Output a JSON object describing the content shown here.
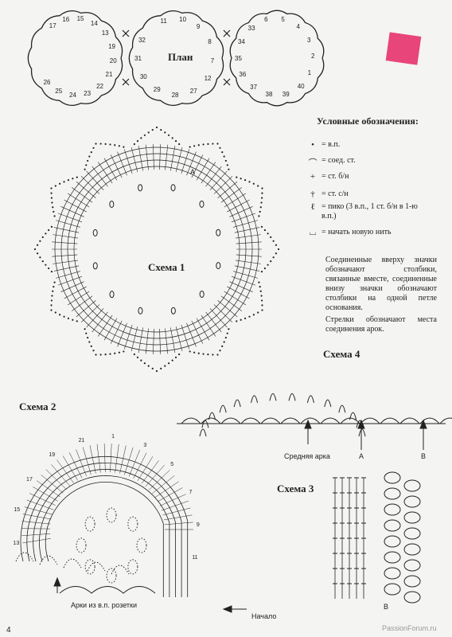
{
  "plan": {
    "title": "План",
    "left_ring_numbers": [
      "17",
      "16",
      "15",
      "14",
      "13",
      "19",
      "20",
      "21",
      "22",
      "23",
      "24",
      "25",
      "26"
    ],
    "mid_ring_numbers": [
      "11",
      "10",
      "9",
      "8",
      "7",
      "12",
      "27",
      "28",
      "29",
      "30",
      "31",
      "32"
    ],
    "right_ring_numbers": [
      "6",
      "5",
      "4",
      "3",
      "2",
      "1",
      "40",
      "39",
      "38",
      "37",
      "36",
      "35",
      "34",
      "33"
    ],
    "joiner": "x"
  },
  "legend": {
    "title": "Условные обозначения:",
    "items": [
      {
        "symbol": "•",
        "text": "= в.п."
      },
      {
        "symbol": "⌒",
        "text": "= соед. ст."
      },
      {
        "symbol": "+",
        "text": "= ст. б/н"
      },
      {
        "symbol": "†",
        "text": "= ст. с/н"
      },
      {
        "symbol": "ℓ",
        "text": "= пико (3 в.п., 1 ст. б/н в 1-ю в.п.)"
      },
      {
        "symbol": "⌴",
        "text": "= начать новую нить"
      }
    ],
    "note1": "Соединенные вверху значки обозначают столбики, связанные вместе, соединенные внизу значки обозначают столбики на одной петле основания.",
    "note2": "Стрелки обозначают места соединения арок."
  },
  "schema1": {
    "title": "Схема 1",
    "marker": "A"
  },
  "schema2": {
    "title": "Схема 2",
    "arches_label": "Арки из в.п. розетки",
    "start_label": "Начало",
    "numbers": [
      "13",
      "15",
      "17",
      "19",
      "21",
      "1",
      "3",
      "5",
      "7",
      "9",
      "11"
    ]
  },
  "schema3": {
    "title": "Схема 3",
    "marker": "B"
  },
  "schema4": {
    "title": "Схема 4",
    "middle_label": "Средняя арка",
    "marker_a": "A",
    "marker_b": "B"
  },
  "footer": {
    "page": "4",
    "site": "PassionForum.ru"
  },
  "colors": {
    "ink": "#222222",
    "swatch": "#e8457a",
    "paper": "#f4f4f2"
  }
}
